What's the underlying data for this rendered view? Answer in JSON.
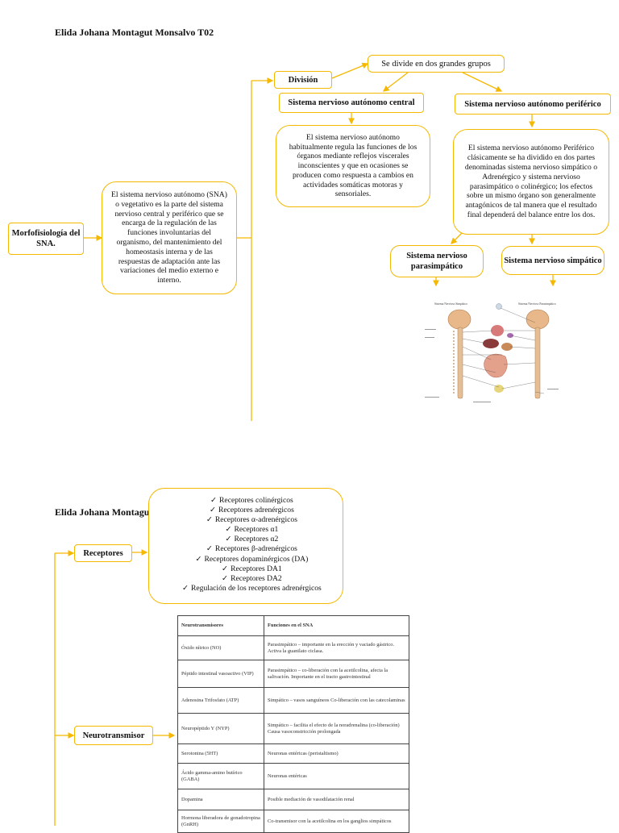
{
  "page1": {
    "author": "Elida Johana Montagut Monsalvo T02",
    "root_label": "Morfofisiología del SNA.",
    "definition": "El sistema nervioso autónomo (SNA) o vegetativo es la parte del sistema nervioso central y periférico que se encarga de la regulación de las funciones involuntarias del organismo, del mantenimiento del homeostasis interna y de las respuestas de adaptación ante las variaciones del medio externo e interno.",
    "division_label": "División",
    "division_note": "Se divide en dos grandes grupos",
    "central_title": "Sistema nervioso autónomo central",
    "central_desc": "El sistema nervioso autónomo habitualmente regula las funciones de los órganos mediante reflejos viscerales inconscientes y que en ocasiones se producen como respuesta a cambios en actividades somáticas motoras y sensoriales.",
    "peripheral_title": "Sistema nervioso autónomo periférico",
    "peripheral_desc": "El sistema nervioso autónomo Periférico clásicamente se ha dividido en dos partes denominadas sistema nervioso simpático o Adrenérgico y sistema nervioso parasimpático o colinérgico; los efectos sobre un mismo órgano son generalmente antagónicos de tal manera que el resultado final dependerá del balance entre los dos.",
    "parasympathetic": "Sistema nervioso parasimpático",
    "sympathetic": "Sistema nervioso simpático",
    "diagram_left_label": "Sistema Nervioso Simpático",
    "diagram_right_label": "Sistema Nervioso Parasimpático"
  },
  "page2": {
    "author": "Elida Johana Montagut",
    "receptors_label": "Receptores",
    "receptors": [
      "Receptores colinérgicos",
      "Receptores adrenérgicos",
      "Receptores α-adrenérgicos",
      "Receptores α1",
      "Receptores α2",
      "Receptores β-adrenérgicos",
      "Receptores dopaminérgicos (DA)",
      "Receptores DA1",
      "Receptores DA2",
      "Regulación de los receptores adrenérgicos"
    ],
    "check_symbol": "✓",
    "neuro_label": "Neurotransmisor",
    "table_headers": [
      "Neurotransmisores",
      "Funciones en el SNA"
    ],
    "table_rows": [
      [
        "Óxido nítrico (NO)",
        "Parasimpático – importante en la erección y vaciado gástrico. Activa la guanilato ciclasa."
      ],
      [
        "Péptido intestinal vasoactivo (VIP)",
        "Parasimpático – co-liberación con la acetilcolina, afecta la salivación. Importante en el tracto gastrointestinal"
      ],
      [
        "Adenosina Trifosfato (ATP)",
        "Simpático – vasos sanguíneos Co-liberación con las catecolaminas"
      ],
      [
        "Neuropéptido Y (NYP)",
        "Simpático – facilita el efecto de la noradrenalina (co-liberación) Causa vasoconstricción prolongada"
      ],
      [
        "Serotonina (5HT)",
        "Neuronas entéricas (peristaltismo)"
      ],
      [
        "Ácido gamma-amino butírico (GABA)",
        "Neuronas entéricas"
      ],
      [
        "Dopamina",
        "Posible mediación de vasodilatación renal"
      ],
      [
        "Hormona liberadora de gonadotropina (GnRH)",
        "Co-transmisor con la acetilcolina en los ganglios simpáticos"
      ]
    ]
  }
}
